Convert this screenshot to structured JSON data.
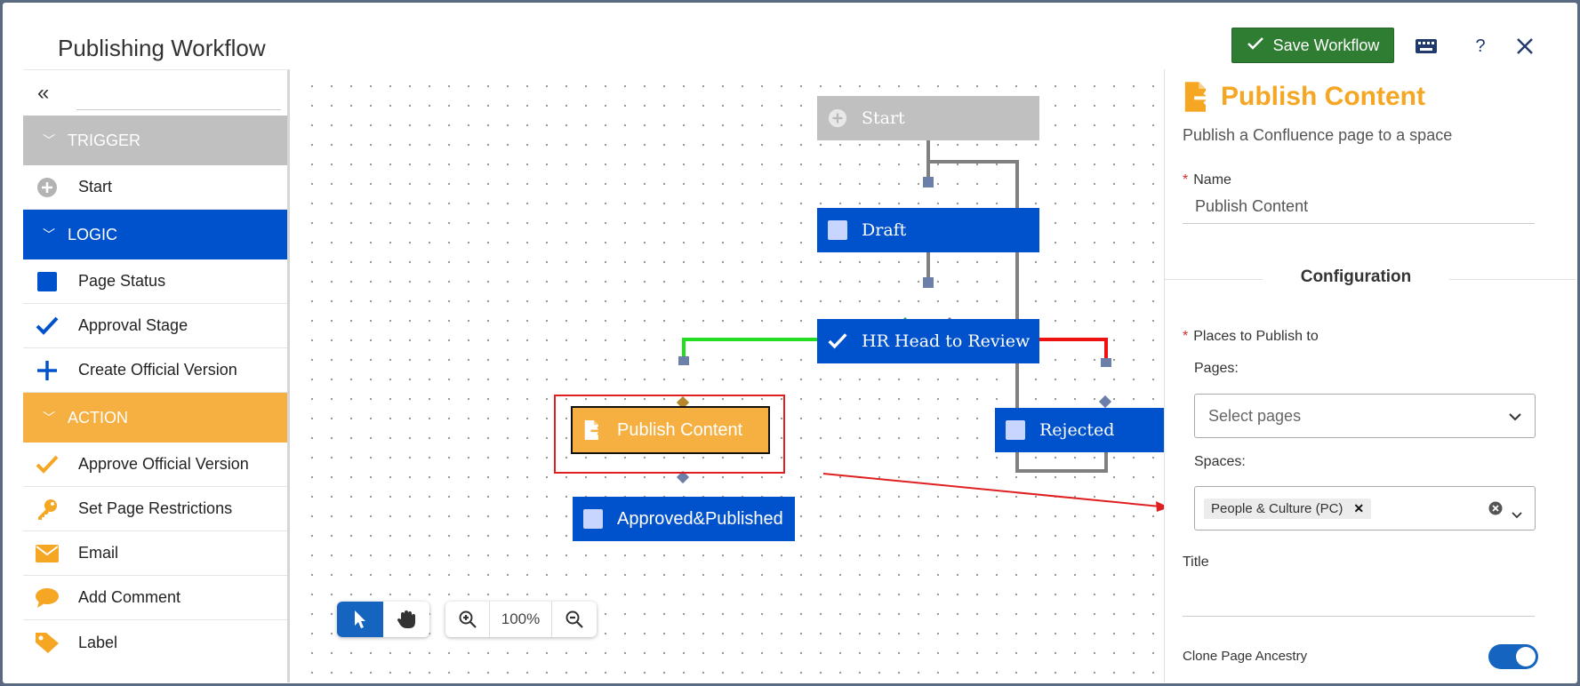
{
  "header": {
    "title": "Publishing Workflow",
    "save_label": "Save Workflow",
    "help_label": "?"
  },
  "sidebar": {
    "sections": [
      {
        "label": "TRIGGER",
        "color": "#c0c0c0"
      },
      {
        "label": "LOGIC",
        "color": "#0052cc"
      },
      {
        "label": "ACTION",
        "color": "#f5b041"
      }
    ],
    "trigger_items": [
      {
        "label": "Start",
        "icon": "plus-circle-icon"
      }
    ],
    "logic_items": [
      {
        "label": "Page Status",
        "icon": "square-icon"
      },
      {
        "label": "Approval Stage",
        "icon": "check-icon"
      },
      {
        "label": "Create Official Version",
        "icon": "plus-icon"
      }
    ],
    "action_items": [
      {
        "label": "Approve Official Version",
        "icon": "check-icon"
      },
      {
        "label": "Set Page Restrictions",
        "icon": "key-icon"
      },
      {
        "label": "Email",
        "icon": "envelope-icon"
      },
      {
        "label": "Add Comment",
        "icon": "comment-icon"
      },
      {
        "label": "Label",
        "icon": "tag-icon"
      }
    ]
  },
  "canvas": {
    "nodes": {
      "start": "Start",
      "draft": "Draft",
      "hr_review": "HR Head to Review",
      "publish": "Publish Content",
      "rejected": "Rejected",
      "approved": "Approved&Published"
    },
    "zoom": "100%",
    "colors": {
      "logic": "#0052cc",
      "action": "#f5b041",
      "trigger": "#c0c0c0",
      "approve_line": "#22dd22",
      "reject_line": "#ee1111",
      "highlight": "#e02020"
    }
  },
  "panel": {
    "title": "Publish Content",
    "description": "Publish a Confluence page to a space",
    "name_label": "Name",
    "name_value": "Publish Content",
    "config_heading": "Configuration",
    "places_label": "Places to Publish to",
    "pages_label": "Pages:",
    "pages_placeholder": "Select pages",
    "spaces_label": "Spaces:",
    "spaces_chip": "People & Culture (PC)",
    "title_label": "Title",
    "clone_label": "Clone Page Ancestry",
    "clone_enabled": true
  }
}
